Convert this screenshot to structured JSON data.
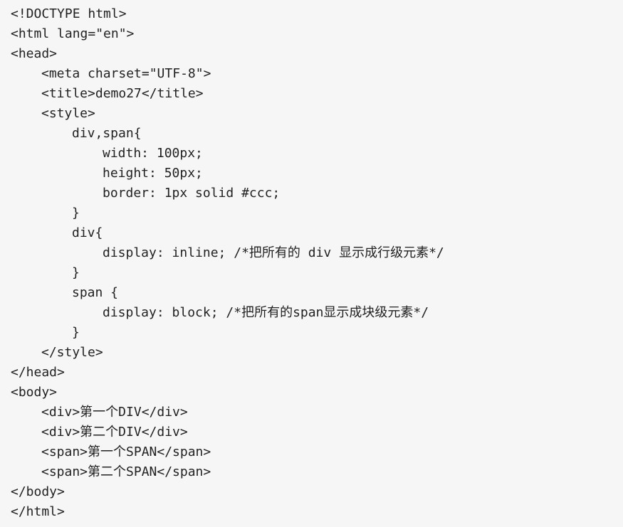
{
  "code": {
    "lines": [
      {
        "indent": 0,
        "text": "<!DOCTYPE html>"
      },
      {
        "indent": 0,
        "text": "<html lang=\"en\">"
      },
      {
        "indent": 0,
        "text": "<head>"
      },
      {
        "indent": 1,
        "text": "<meta charset=\"UTF-8\">"
      },
      {
        "indent": 1,
        "text": "<title>demo27</title>"
      },
      {
        "indent": 1,
        "text": "<style>"
      },
      {
        "indent": 2,
        "text": "div,span{"
      },
      {
        "indent": 3,
        "text": "width: 100px;"
      },
      {
        "indent": 3,
        "text": "height: 50px;"
      },
      {
        "indent": 3,
        "text": "border: 1px solid #ccc;"
      },
      {
        "indent": 2,
        "text": "}"
      },
      {
        "indent": 2,
        "text": "div{"
      },
      {
        "indent": 3,
        "text": "display: inline; /*把所有的 div 显示成行级元素*/"
      },
      {
        "indent": 2,
        "text": "}"
      },
      {
        "indent": 2,
        "text": "span {"
      },
      {
        "indent": 3,
        "text": "display: block; /*把所有的span显示成块级元素*/"
      },
      {
        "indent": 2,
        "text": "}"
      },
      {
        "indent": 1,
        "text": "</style>"
      },
      {
        "indent": 0,
        "text": "</head>"
      },
      {
        "indent": 0,
        "text": "<body>"
      },
      {
        "indent": 1,
        "text": "<div>第一个DIV</div>"
      },
      {
        "indent": 1,
        "text": "<div>第二个DIV</div>"
      },
      {
        "indent": 1,
        "text": "<span>第一个SPAN</span>"
      },
      {
        "indent": 1,
        "text": "<span>第二个SPAN</span>"
      },
      {
        "indent": 0,
        "text": "</body>"
      },
      {
        "indent": 0,
        "text": "</html>"
      }
    ]
  }
}
